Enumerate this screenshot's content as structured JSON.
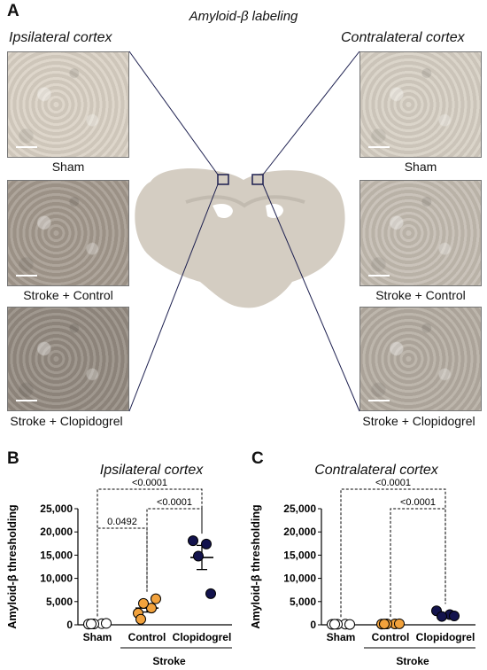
{
  "panel_a": {
    "letter": "A",
    "title": "Amyloid-β labeling",
    "left_heading": "Ipsilateral cortex",
    "right_heading": "Contralateral cortex",
    "left_captions": [
      "Sham",
      "Stroke + Control",
      "Stroke + Clopidogrel"
    ],
    "right_captions": [
      "Sham",
      "Stroke + Control",
      "Stroke + Clopidogrel"
    ],
    "tissue_tones": [
      "#d9d1c4",
      "#a3998d",
      "#938a80",
      "#d6cfc3",
      "#c3bbb0",
      "#b4aca1"
    ]
  },
  "panel_b": {
    "letter": "B",
    "title": "Ipsilateral cortex",
    "ylabel": "Amyloid-β thresholding",
    "group_label": "Stroke",
    "comparisons": [
      {
        "label": "0.0492",
        "from": 0,
        "to": 1
      },
      {
        "label": "<0.0001",
        "from": 1,
        "to": 2
      },
      {
        "label": "<0.0001",
        "from": 0,
        "to": 2
      }
    ]
  },
  "panel_c": {
    "letter": "C",
    "title": "Contralateral cortex",
    "ylabel": "Amyloid-β thresholding",
    "group_label": "Stroke",
    "comparisons": [
      {
        "label": "<0.0001",
        "from": 1,
        "to": 2
      },
      {
        "label": "<0.0001",
        "from": 0,
        "to": 2
      }
    ]
  },
  "colors": {
    "sham": "#ffffff",
    "control": "#f2a23c",
    "clopidogrel": "#13134d"
  },
  "chart_data": [
    {
      "type": "scatter",
      "title": "Ipsilateral cortex",
      "ylabel": "Amyloid-β thresholding",
      "categories": [
        "Sham",
        "Control",
        "Clopidogrel"
      ],
      "ylim": [
        0,
        25000
      ],
      "yticks": [
        "0",
        "5,000",
        "10,000",
        "15,000",
        "20,000",
        "25,000"
      ],
      "series": [
        {
          "name": "Sham",
          "values": [
            150,
            250,
            200,
            300,
            180
          ]
        },
        {
          "name": "Control",
          "values": [
            2500,
            3600,
            4600,
            5600,
            1200
          ]
        },
        {
          "name": "Clopidogrel",
          "values": [
            18100,
            17400,
            14800,
            6700
          ]
        }
      ],
      "means": [
        220,
        3600,
        14500
      ],
      "sem": [
        40,
        850,
        2600
      ]
    },
    {
      "type": "scatter",
      "title": "Contralateral cortex",
      "ylabel": "Amyloid-β thresholding",
      "categories": [
        "Sham",
        "Control",
        "Clopidogrel"
      ],
      "ylim": [
        0,
        25000
      ],
      "yticks": [
        "0",
        "5,000",
        "10,000",
        "15,000",
        "20,000",
        "25,000"
      ],
      "series": [
        {
          "name": "Sham",
          "values": [
            100,
            150,
            120,
            80,
            110
          ]
        },
        {
          "name": "Control",
          "values": [
            150,
            200,
            180,
            220,
            170
          ]
        },
        {
          "name": "Clopidogrel",
          "values": [
            3000,
            2200,
            1800,
            1900
          ]
        }
      ],
      "means": [
        112,
        184,
        2200
      ],
      "sem": [
        12,
        12,
        280
      ]
    }
  ]
}
